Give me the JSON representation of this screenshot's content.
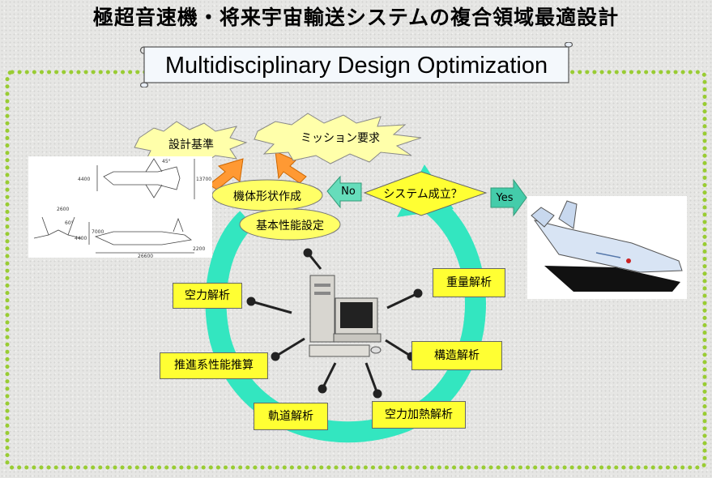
{
  "title": "極超音速機・将来宇宙輸送システムの複合領域最適設計",
  "subtitle": "Multidisciplinary Design Optimization",
  "bursts": {
    "design_criteria": "設計基準",
    "mission_requirements": "ミッション要求"
  },
  "ellipses": {
    "shape_creation": "機体形状作成",
    "performance_setting": "基本性能設定"
  },
  "decision": {
    "label": "システム成立？",
    "no_label": "No",
    "yes_label": "Yes"
  },
  "analyses": {
    "aerodynamics": "空力解析",
    "propulsion": "推進系性能推算",
    "trajectory": "軌道解析",
    "aero_heating": "空力加熱解析",
    "structure": "構造解析",
    "weight": "重量解析"
  },
  "drawing_dimensions": [
    "4400",
    "45°",
    "13700",
    "2600",
    "60°",
    "4400",
    "7000",
    "2200",
    "26600"
  ],
  "colors": {
    "dotted_border": "#99cc33",
    "cycle_arrow": "#33e6c0",
    "box_fill": "#ffff33",
    "ellipse_fill": "#ffff66",
    "orange_arrow": "#ff9933",
    "teal_arrow": "#44ccaa"
  }
}
